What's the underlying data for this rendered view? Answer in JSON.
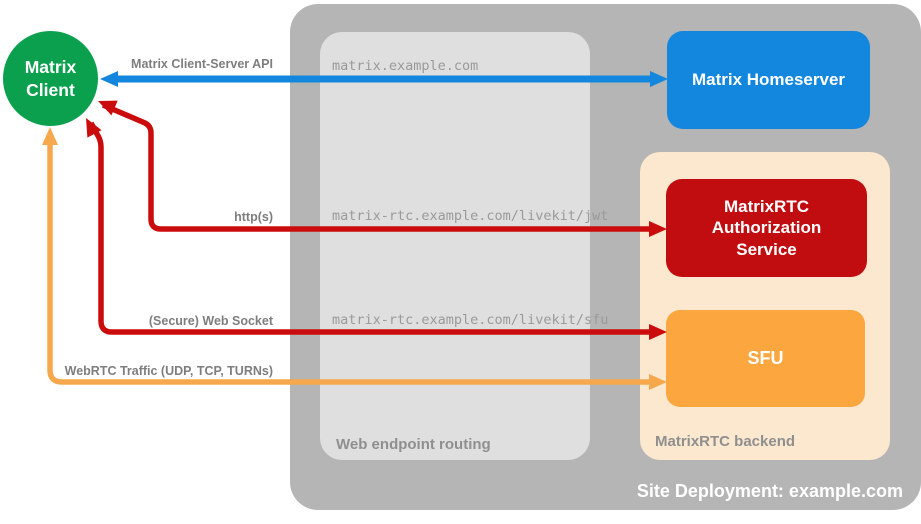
{
  "diagram": {
    "site": {
      "label": "Site Deployment: example.com"
    },
    "client": {
      "label": "Matrix\nClient"
    },
    "homeserver": {
      "label": "Matrix Homeserver"
    },
    "routing": {
      "label": "Web endpoint routing",
      "endpoints": [
        "matrix.example.com",
        "matrix-rtc.example.com/livekit/jwt",
        "matrix-rtc.example.com/livekit/sfu"
      ]
    },
    "backend": {
      "label": "MatrixRTC backend",
      "auth": {
        "label": "MatrixRTC\nAuthorization\nService"
      },
      "sfu": {
        "label": "SFU"
      }
    },
    "connections": [
      {
        "label": "Matrix Client-Server API",
        "color": "#1287dd"
      },
      {
        "label": "http(s)",
        "color": "#cb0c0c"
      },
      {
        "label": "(Secure) Web Socket",
        "color": "#cb0c0c"
      },
      {
        "label": "WebRTC Traffic (UDP, TCP, TURNs)",
        "color": "#f7a84c"
      }
    ],
    "colors": {
      "client_green": "#0aa04d",
      "homeserver_blue": "#1287dd",
      "auth_red": "#c20d10",
      "sfu_orange": "#fba63e",
      "backend_peach": "#fce7cf",
      "container_gray": "#b5b5b5",
      "routing_gray": "#dfdfdf"
    }
  }
}
